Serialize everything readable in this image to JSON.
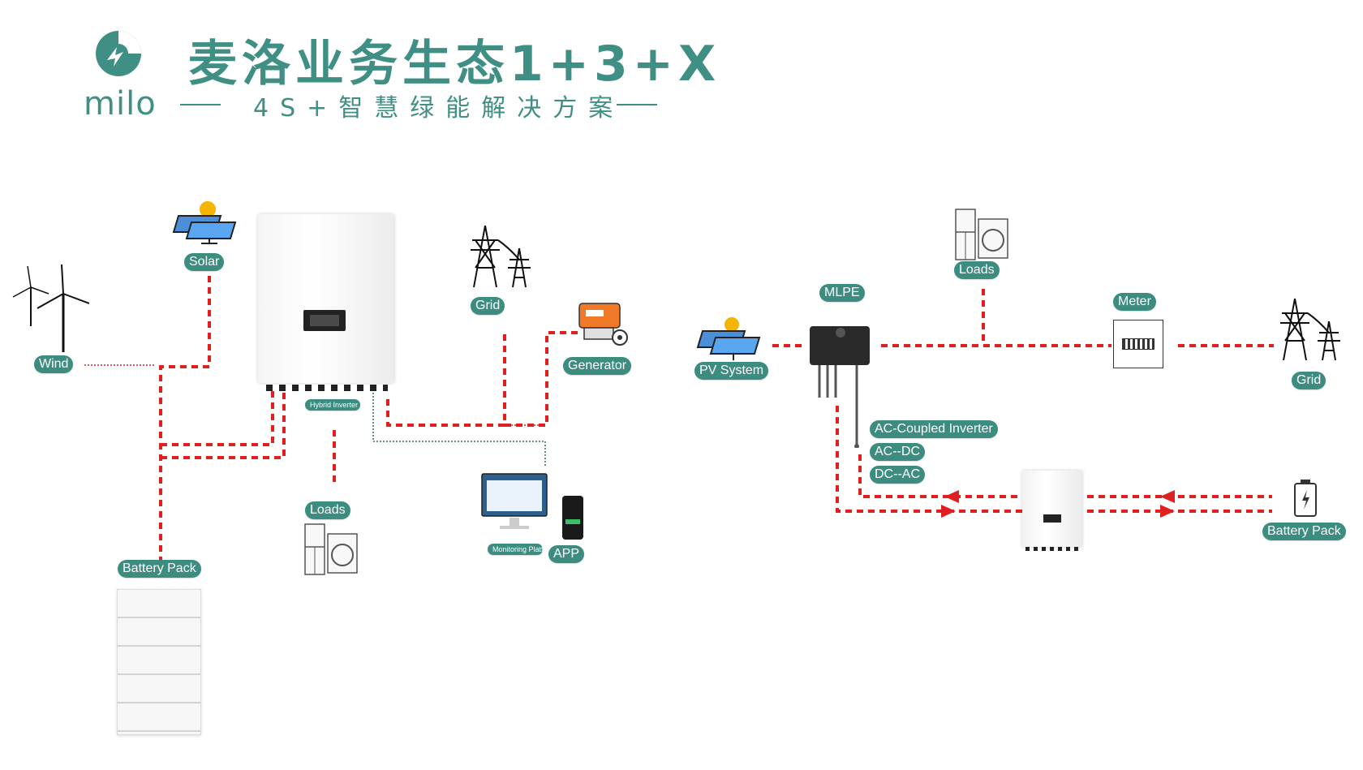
{
  "header": {
    "brand": "milo",
    "title": "麦洛业务生态1+3+X",
    "subtitle": "4S+智慧绿能解决方案"
  },
  "labels": {
    "solar": "Solar",
    "wind": "Wind",
    "hybrid_inverter": "Hybrid Inverter",
    "grid_left": "Grid",
    "generator": "Generator",
    "loads_left": "Loads",
    "battery_left": "Battery Pack",
    "monitoring": "Monitoring Platform",
    "app": "APP",
    "pv_system": "PV System",
    "mlpe": "MLPE",
    "loads_right": "Loads",
    "meter": "Meter",
    "grid_right": "Grid",
    "ac_coupled": "AC-Coupled Inverter",
    "ac_dc": "AC--DC",
    "dc_ac": "DC--AC",
    "battery_right": "Battery Pack"
  },
  "colors": {
    "brand": "#3f8f84",
    "pill": "#3d8c80",
    "line": "#e02020",
    "monitor_line": "#3a6a48"
  }
}
